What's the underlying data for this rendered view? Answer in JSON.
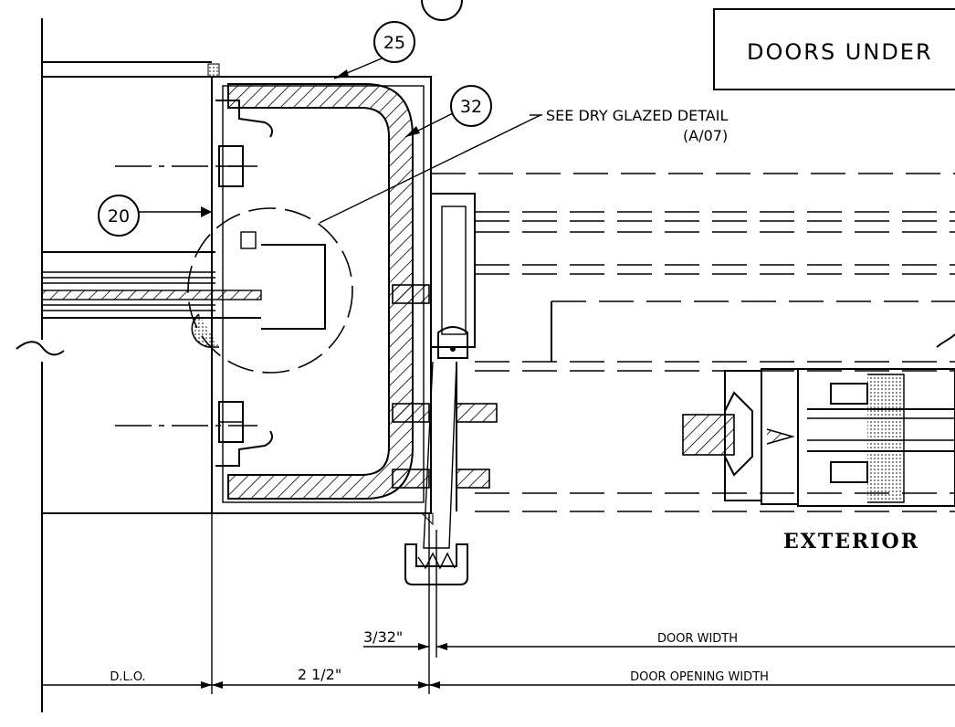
{
  "title_box": {
    "text": "DOORS UNDER"
  },
  "callouts": [
    {
      "id": "c25",
      "label": "25"
    },
    {
      "id": "c32",
      "label": "32"
    },
    {
      "id": "c20",
      "label": "20"
    }
  ],
  "leader_note": {
    "line1": "SEE DRY GLAZED DETAIL",
    "line2": "(A/07)"
  },
  "side_label": {
    "text": "EXTERIOR"
  },
  "dimensions": {
    "gap": "3/32\"",
    "door_width": "DOOR WIDTH",
    "dlo": "D.L.O.",
    "frame": "2 1/2\"",
    "door_opening_width": "DOOR OPENING WIDTH"
  }
}
